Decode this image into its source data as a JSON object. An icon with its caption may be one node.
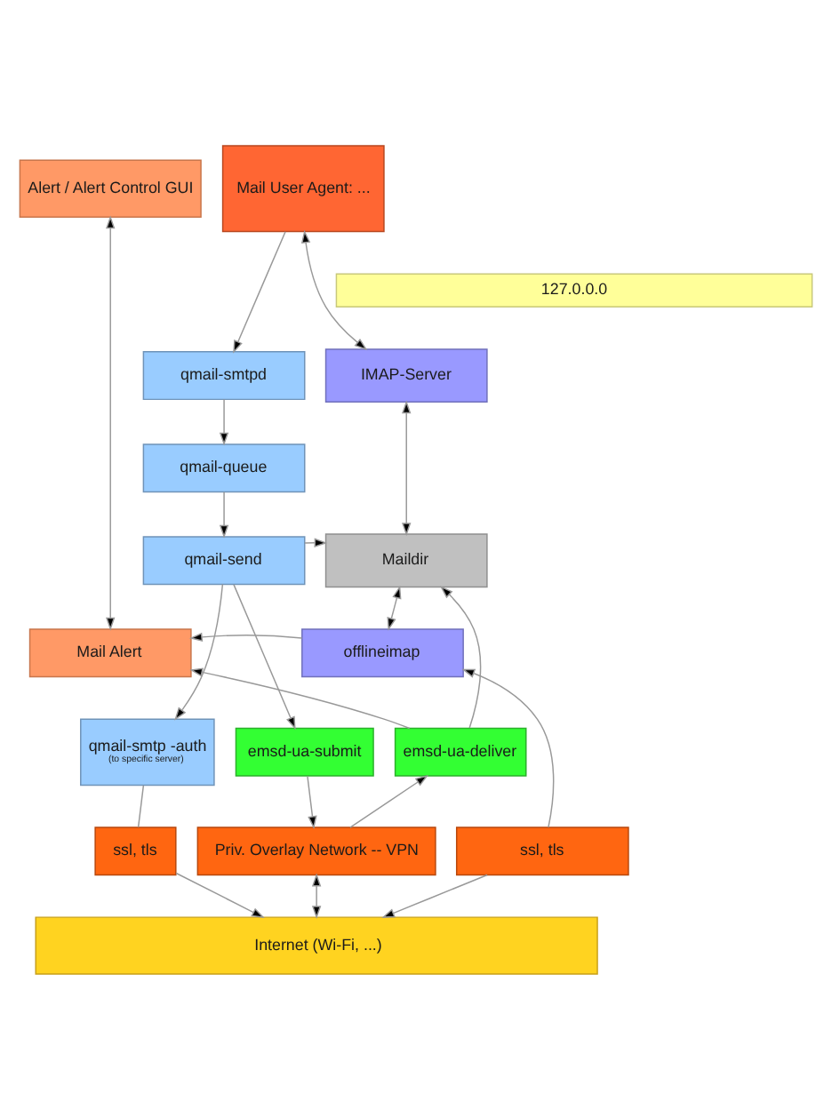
{
  "diagram": {
    "nodes": [
      {
        "text": [
          "Alert / Alert Control GUI"
        ]
      },
      {
        "text": [
          "Mail User Agent: ..."
        ]
      },
      {
        "text": [
          "127.0.0.0"
        ]
      },
      {
        "text": [
          "qmail-smtpd"
        ]
      },
      {
        "text": [
          "IMAP-Server"
        ]
      },
      {
        "text": [
          "qmail-queue"
        ]
      },
      {
        "text": [
          "Maildir"
        ]
      },
      {
        "text": [
          "qmail-send"
        ]
      },
      {
        "text": [
          "Mail Alert"
        ]
      },
      {
        "text": [
          "offlineimap"
        ]
      },
      {
        "text": [
          "qmail-smtp -auth",
          "(to specific server)"
        ]
      },
      {
        "text": [
          "emsd-ua-submit"
        ]
      },
      {
        "text": [
          "emsd-ua-deliver"
        ]
      },
      {
        "text": [
          "ssl, tls"
        ]
      },
      {
        "text": [
          "Priv. Overlay Network -- VPN"
        ]
      },
      {
        "text": [
          "ssl, tls"
        ]
      },
      {
        "text": [
          "Internet (Wi-Fi, ...)"
        ]
      }
    ],
    "edges": [
      {
        "from": 1,
        "to": 3,
        "arrow": "to"
      },
      {
        "from": 1,
        "to": 4,
        "arrow": "both"
      },
      {
        "from": 3,
        "to": 5,
        "arrow": "to"
      },
      {
        "from": 5,
        "to": 7,
        "arrow": "to"
      },
      {
        "from": 7,
        "to": 6,
        "arrow": "to"
      },
      {
        "from": 4,
        "to": 6,
        "arrow": "both"
      },
      {
        "from": 6,
        "to": 9,
        "arrow": "both"
      },
      {
        "from": 9,
        "to": 8,
        "arrow": "to"
      },
      {
        "from": 12,
        "to": 6,
        "arrow": "to"
      },
      {
        "from": 12,
        "to": 8,
        "arrow": "to"
      },
      {
        "from": 0,
        "to": 8,
        "arrow": "both"
      },
      {
        "from": 7,
        "to": 10,
        "arrow": "to"
      },
      {
        "from": 7,
        "to": 11,
        "arrow": "to"
      },
      {
        "from": 10,
        "to": 13,
        "arrow": "none"
      },
      {
        "from": 13,
        "to": 16,
        "arrow": "to"
      },
      {
        "from": 11,
        "to": 14,
        "arrow": "to"
      },
      {
        "from": 14,
        "to": 16,
        "arrow": "both"
      },
      {
        "from": 14,
        "to": 12,
        "arrow": "to"
      },
      {
        "from": 15,
        "to": 9,
        "arrow": "to"
      },
      {
        "from": 15,
        "to": 16,
        "arrow": "to"
      }
    ]
  }
}
